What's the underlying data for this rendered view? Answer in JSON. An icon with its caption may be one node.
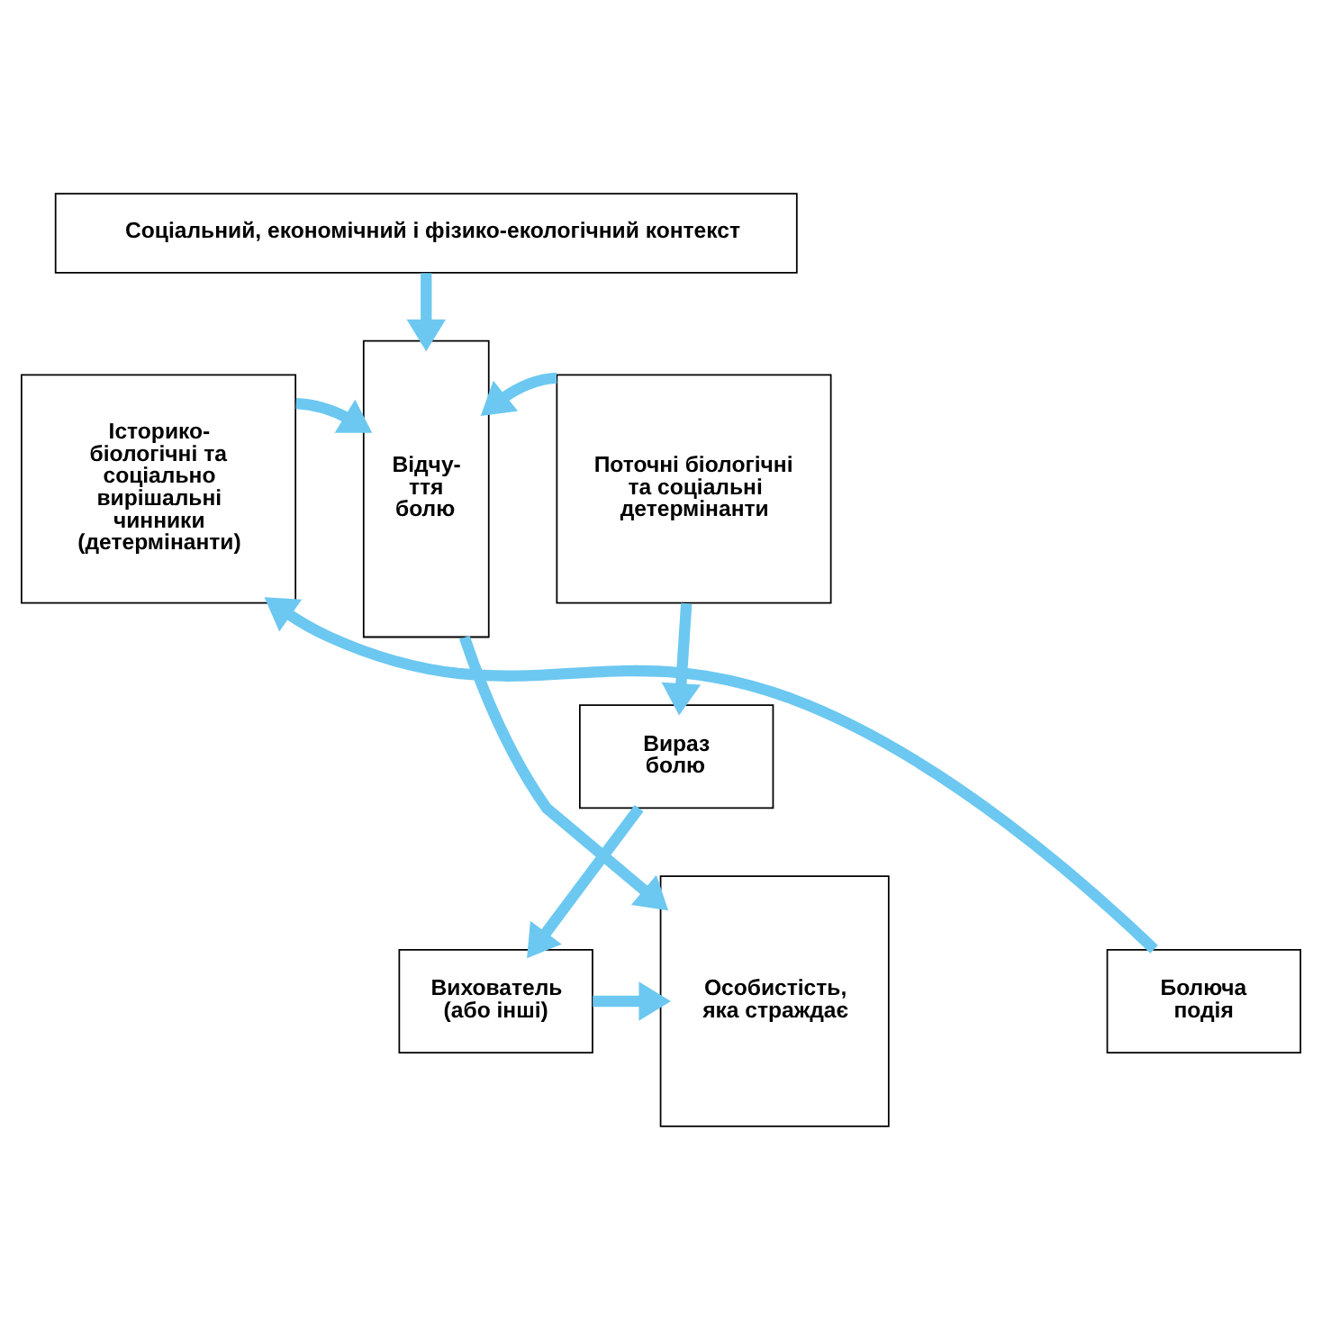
{
  "diagram": {
    "nodes": [
      {
        "text": [
          "Соціальний, економічний і фізико-екологічний контекст"
        ]
      },
      {
        "text": [
          "Історико- біологічні та соціально вирішальні чинники (детермінанти)"
        ]
      },
      {
        "text": [
          "Відчу- ття болю"
        ]
      },
      {
        "text": [
          "Поточні біологічні та соціальні детермінанти"
        ]
      },
      {
        "text": [
          "Вираз болю"
        ]
      },
      {
        "text": [
          "Особистість, яка страждає"
        ]
      },
      {
        "text": [
          "Болюча подія"
        ]
      },
      {
        "text": [
          "Вихователь (або інші)"
        ]
      }
    ],
    "edges": [
      {
        "from": 0,
        "to": 2,
        "arrow": "to"
      },
      {
        "from": 1,
        "to": 2,
        "arrow": "to"
      },
      {
        "from": 3,
        "to": 2,
        "arrow": "to"
      },
      {
        "from": 2,
        "to": 5,
        "arrow": "to"
      },
      {
        "from": 3,
        "to": 4,
        "arrow": "to"
      },
      {
        "from": 4,
        "to": 7,
        "arrow": "to"
      },
      {
        "from": 7,
        "to": 5,
        "arrow": "to"
      },
      {
        "from": 6,
        "to": 1,
        "arrow": "to"
      }
    ]
  }
}
